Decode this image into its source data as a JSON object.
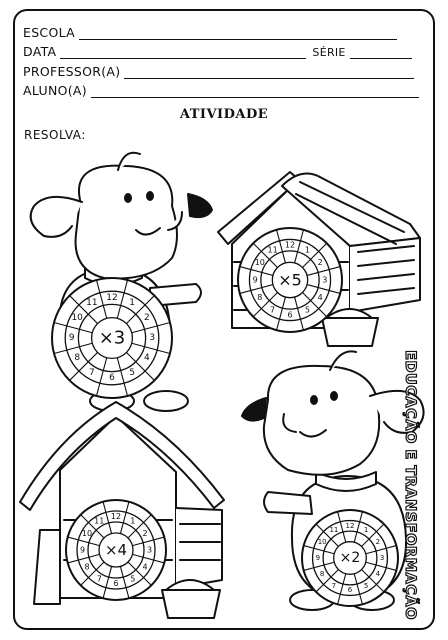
{
  "header": {
    "escola": "ESCOLA",
    "data": "DATA",
    "serie": "SÉRIE",
    "professor": "PROFESSOR(A)",
    "aluno": "ALUNO(A)"
  },
  "title": "ATIVIDADE",
  "instruction": "RESOLVA:",
  "side_text": "EDUCAÇÃO E TRANSFORMAÇÃO",
  "wheels": [
    {
      "center": "×3",
      "numbers": [
        "12",
        "1",
        "2",
        "3",
        "4",
        "5",
        "6",
        "7",
        "8",
        "9",
        "10",
        "11"
      ]
    },
    {
      "center": "×5",
      "numbers": [
        "12",
        "1",
        "2",
        "3",
        "4",
        "5",
        "6",
        "7",
        "8",
        "9",
        "10",
        "11"
      ]
    },
    {
      "center": "×4",
      "numbers": [
        "12",
        "1",
        "2",
        "3",
        "4",
        "5",
        "6",
        "7",
        "8",
        "9",
        "10",
        "11"
      ]
    },
    {
      "center": "×2",
      "numbers": [
        "12",
        "1",
        "2",
        "3",
        "4",
        "5",
        "6",
        "7",
        "8",
        "9",
        "10",
        "11"
      ]
    }
  ],
  "icons": [
    "dog-icon",
    "doghouse-icon",
    "food-bowl-icon"
  ]
}
